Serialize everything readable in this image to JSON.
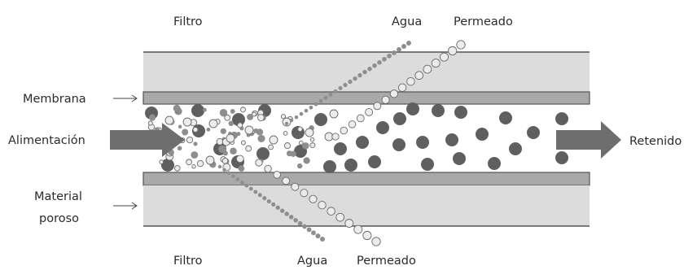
{
  "labels": {
    "filtro_top": "Filtro",
    "agua_top": "Agua",
    "permeado_top": "Permeado",
    "membrana": "Membrana",
    "alimentacion": "Alimentación",
    "retenido": "Retenido",
    "material_line1": "Material",
    "material_line2": "poroso",
    "filtro_bottom": "Filtro",
    "agua_bottom": "Agua",
    "permeado_bottom": "Permeado"
  },
  "colors": {
    "porous": "#dcdcdc",
    "membrane": "#a9a9a9",
    "frame": "#555555",
    "arrow": "#6e6e6e",
    "large_particle": "#5f5f5f",
    "small_particle": "#8e8e8e",
    "open_particle": "#ececec"
  }
}
